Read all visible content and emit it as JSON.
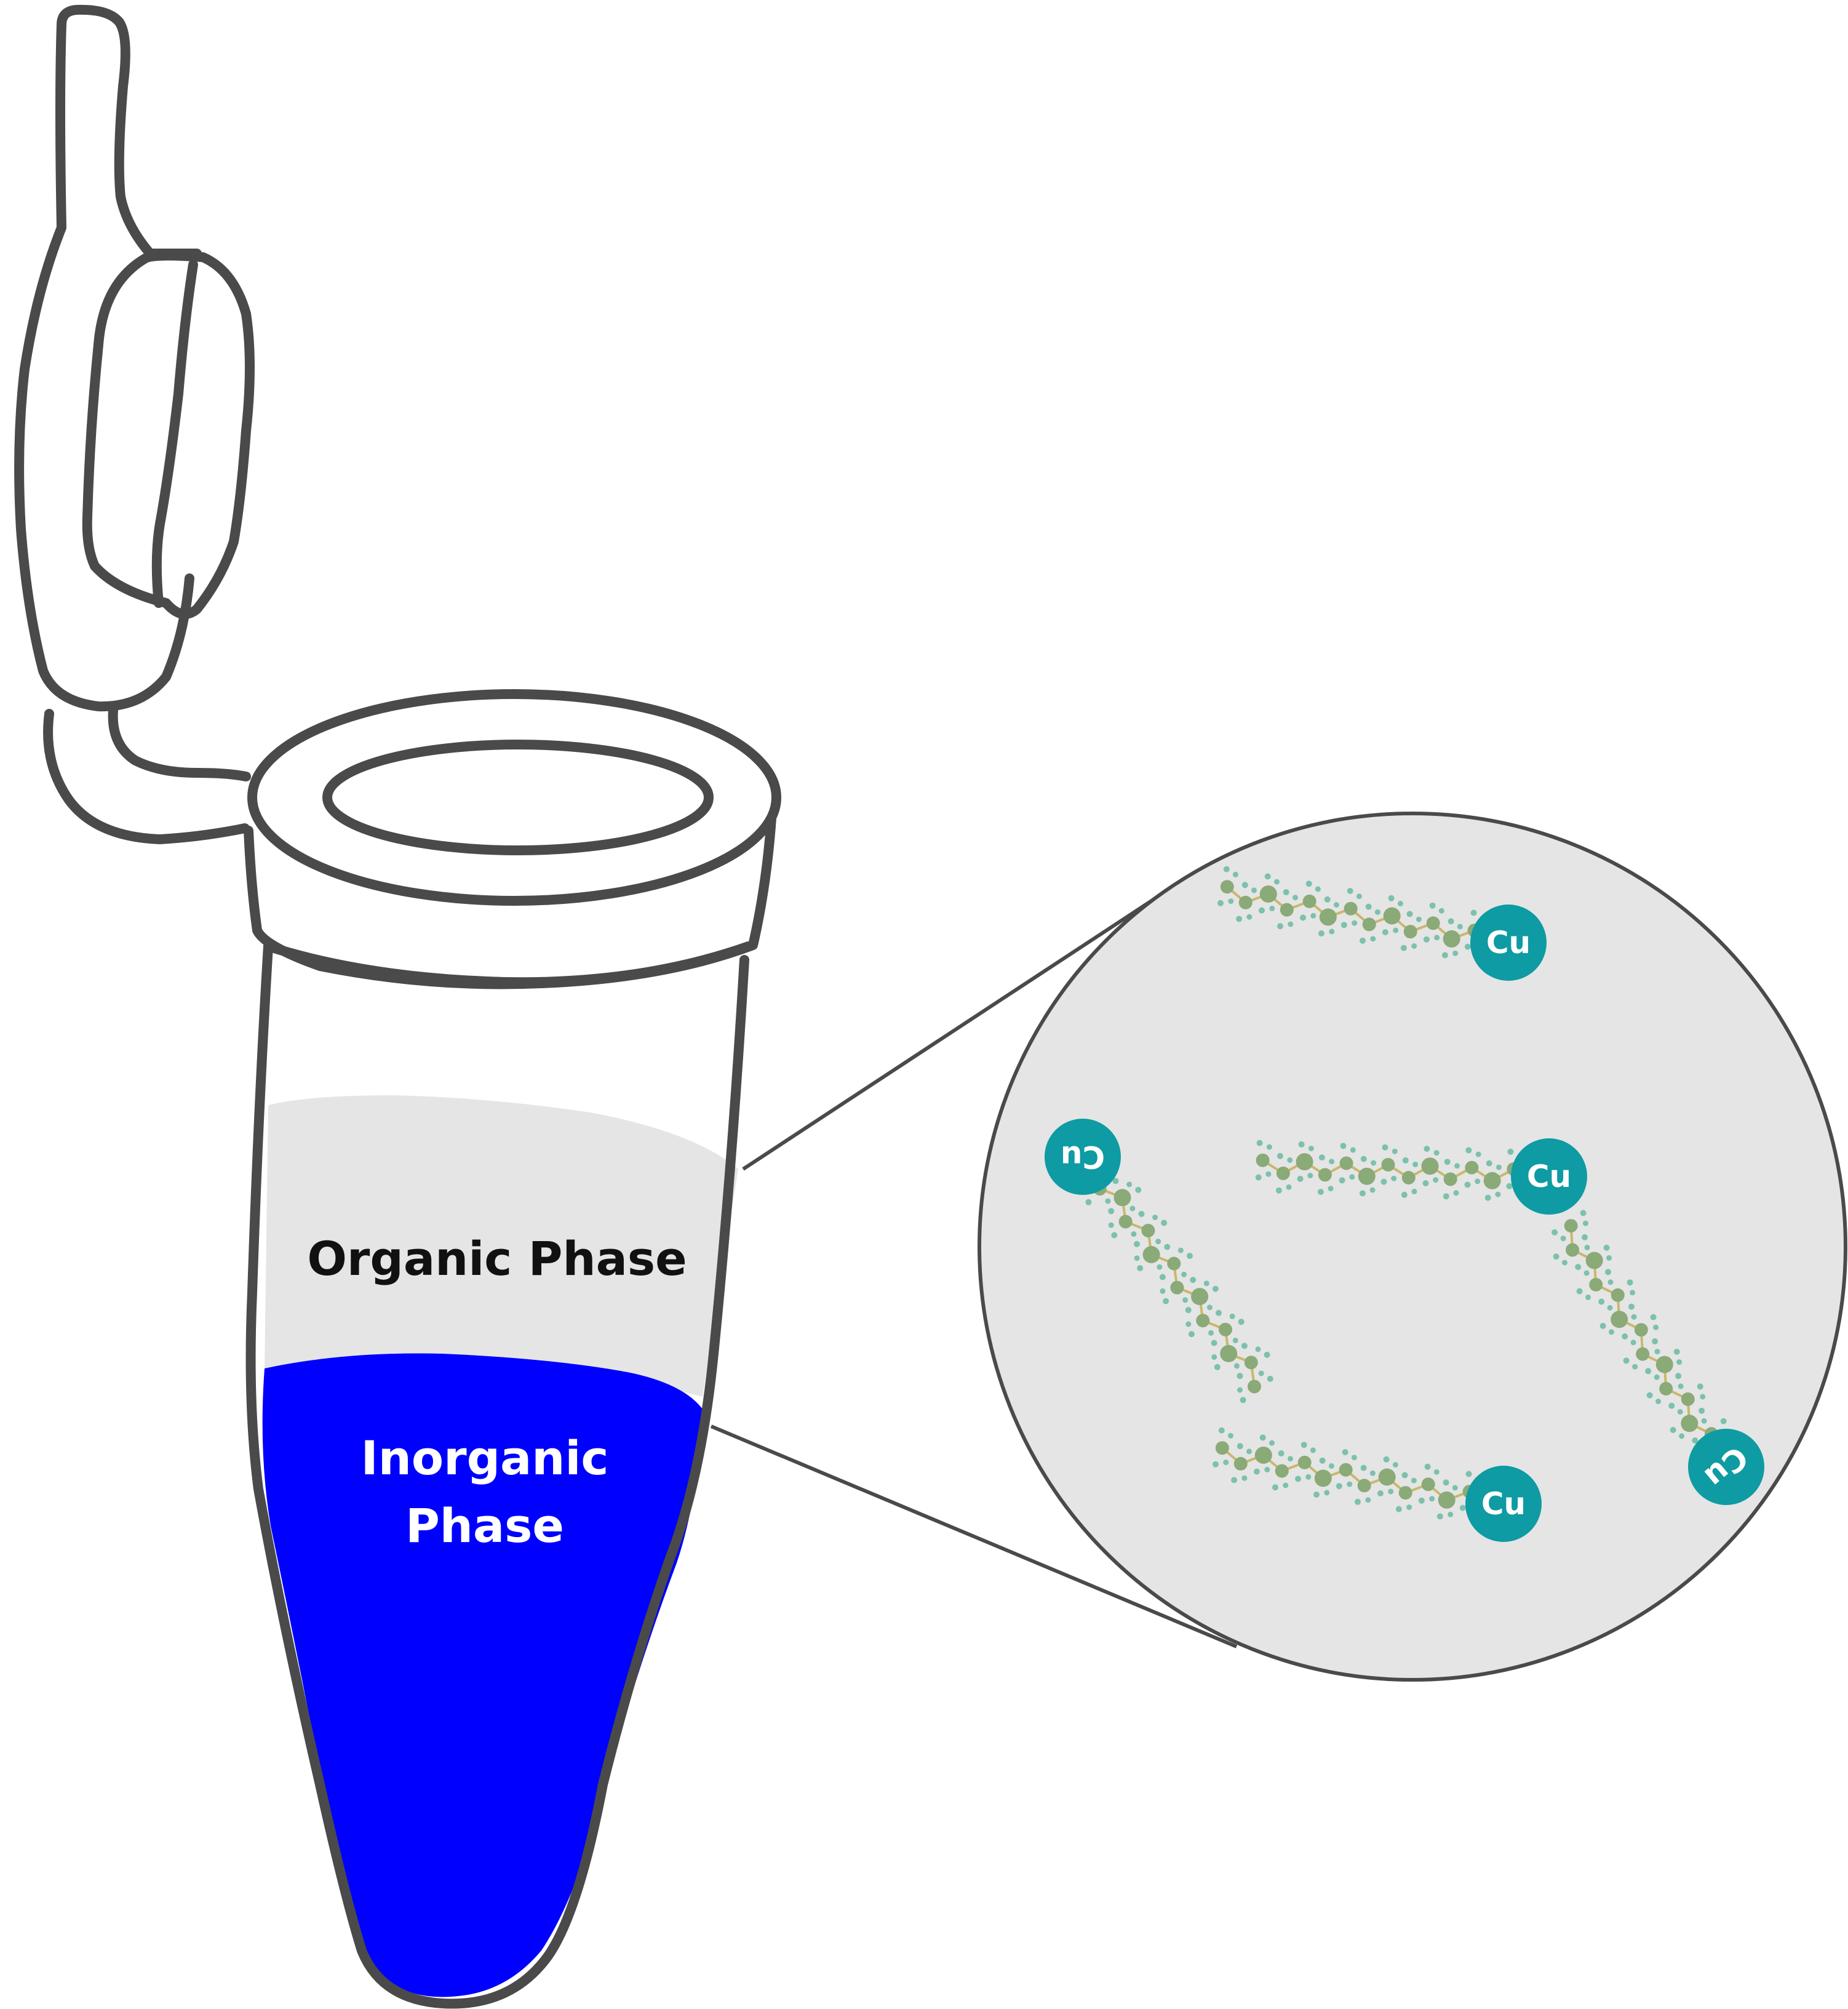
{
  "labels": {
    "organic_phase": "Organic Phase",
    "inorganic_phase_line1": "Inorganic",
    "inorganic_phase_line2": "Phase"
  },
  "molecule_label": "Cu",
  "colors": {
    "outline": "#4a4a4a",
    "organic_phase": "#e5e5e5",
    "inorganic_phase": "#0000ff",
    "magnifier_fill": "#e5e5e5",
    "copper_node": "#0e9ba3",
    "chain_atom": "#8aaa78",
    "chain_hydrogen": "#7cc1ac",
    "organic_text": "#111111",
    "inorganic_text": "#ffffff"
  },
  "molecules": [
    {
      "id": "molecule-1",
      "label": "Cu",
      "orientation": "horizontal"
    },
    {
      "id": "molecule-2",
      "label": "Cu",
      "orientation": "diagonal-rotated"
    },
    {
      "id": "molecule-3",
      "label": "Cu",
      "orientation": "horizontal"
    },
    {
      "id": "molecule-4",
      "label": "Cu",
      "orientation": "diagonal-rotated"
    },
    {
      "id": "molecule-5",
      "label": "Cu",
      "orientation": "horizontal"
    }
  ]
}
